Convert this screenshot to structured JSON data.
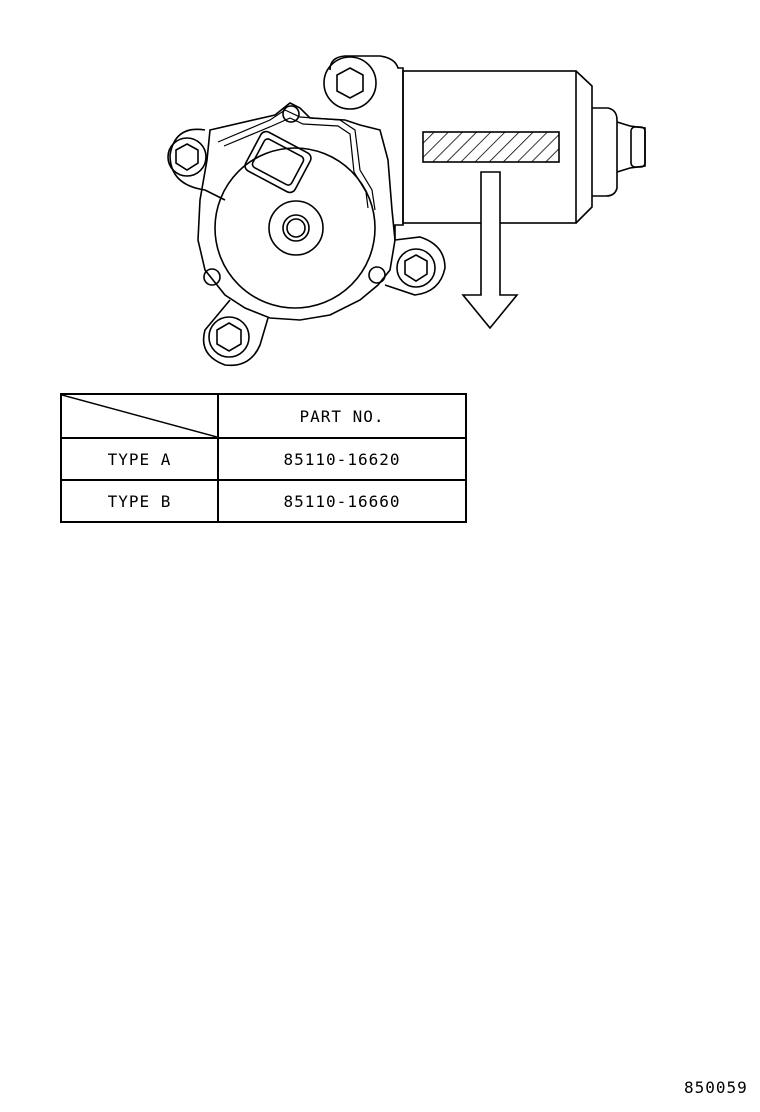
{
  "illustration": {
    "subject": "window regulator motor",
    "callouts": [
      "arrow-down-indicator",
      "hatched-label-area"
    ]
  },
  "parts_table": {
    "header": {
      "corner": "",
      "part_no": "PART NO."
    },
    "rows": [
      {
        "type": "TYPE A",
        "part_no": "85110-16620"
      },
      {
        "type": "TYPE B",
        "part_no": "85110-16660"
      }
    ]
  },
  "reference_number": "850059",
  "colors": {
    "ink": "#000000",
    "paper": "#ffffff"
  }
}
